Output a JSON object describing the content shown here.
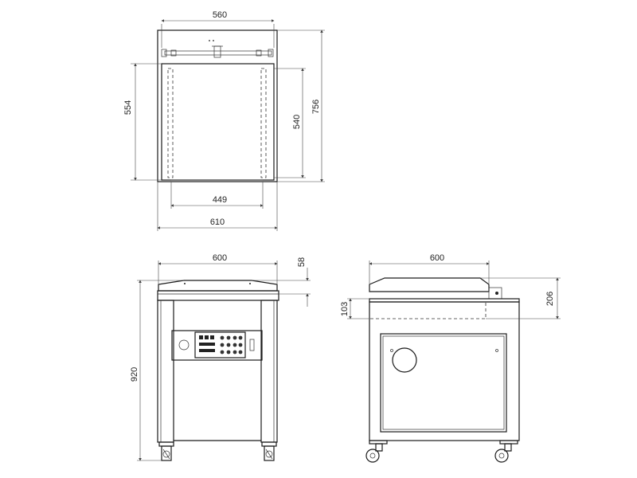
{
  "dimensions": {
    "top_width_lid": "560",
    "top_depth_chamber": "554",
    "top_depth_inner": "540",
    "top_depth_overall": "756",
    "top_width_inner": "449",
    "top_width_overall": "610",
    "front_width": "600",
    "front_lid_height": "58",
    "front_total_height": "920",
    "side_width": "600",
    "side_chamber_depth": "103",
    "side_top_height": "206"
  }
}
